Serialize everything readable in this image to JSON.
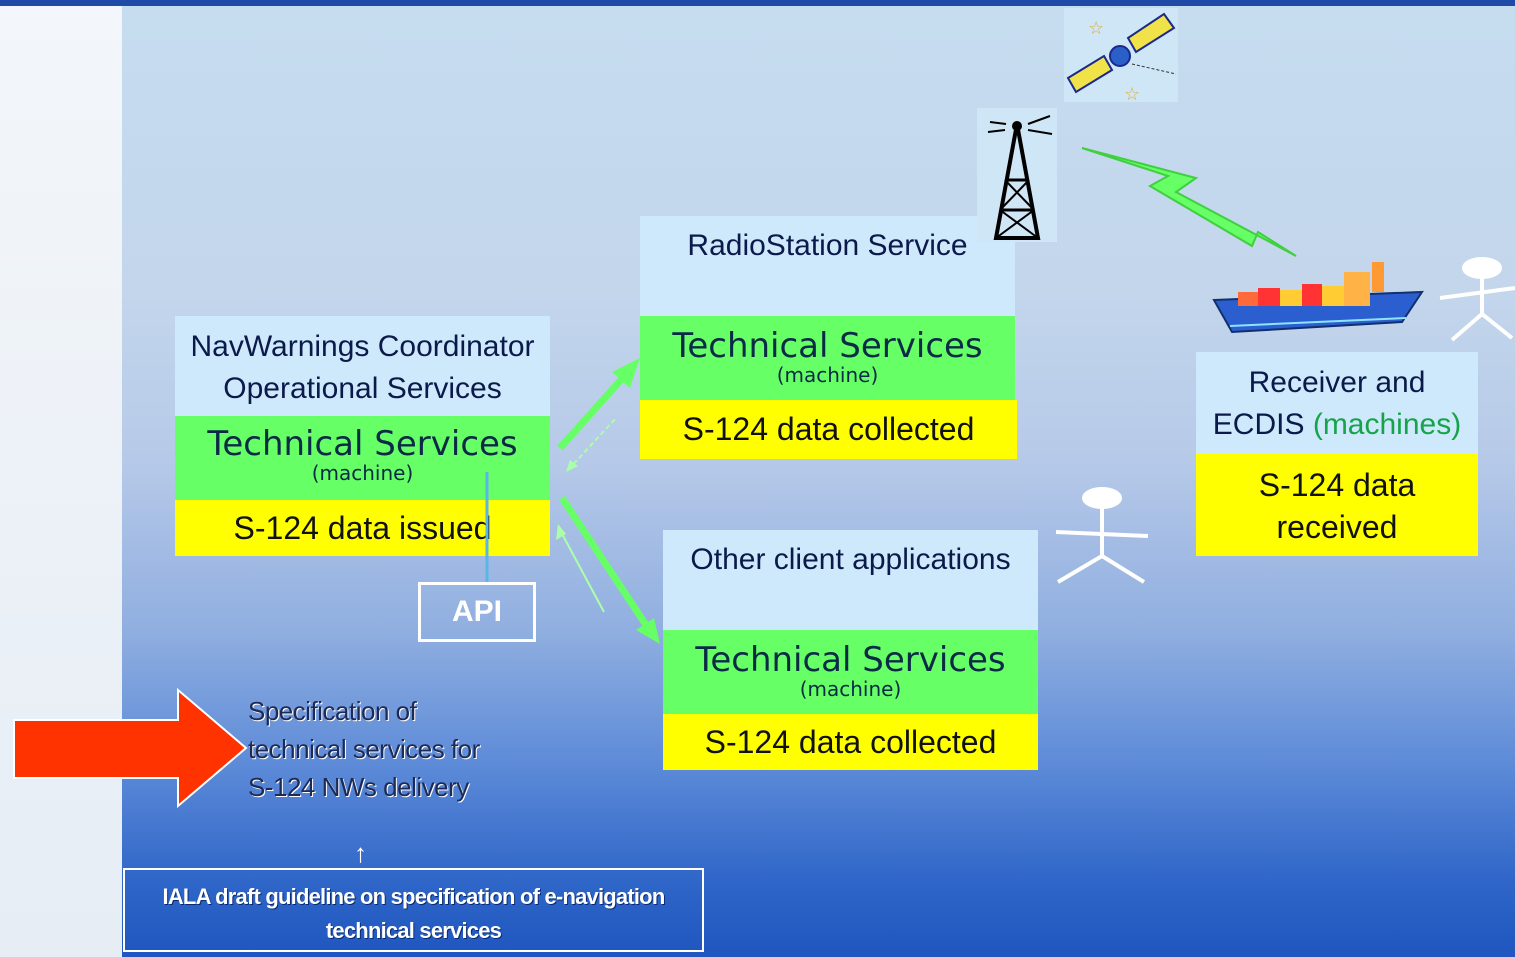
{
  "nav_coordinator": {
    "title_line1": "NavWarnings Coordinator",
    "title_line2": "Operational Services",
    "tech_label": "Technical Services",
    "tech_sub": "(machine)",
    "data_label": "S-124 data issued"
  },
  "radio_station": {
    "title": "RadioStation Service",
    "tech_label": "Technical Services",
    "tech_sub": "(machine)",
    "data_label": "S-124 data collected"
  },
  "other_clients": {
    "title": "Other client applications",
    "tech_label": "Technical Services",
    "tech_sub": "(machine)",
    "data_label": "S-124 data collected"
  },
  "receiver": {
    "title_line1": "Receiver and",
    "title_line2_prefix": "ECDIS",
    "title_line2_highlight": "(machines)",
    "data_line1": "S-124 data",
    "data_line2": "received"
  },
  "api_label": "API",
  "specification": {
    "line1": "Specification of",
    "line2": "technical services for",
    "line3": "S-124 NWs delivery"
  },
  "iala": {
    "line1": "IALA draft guideline on specification of e-navigation",
    "line2": "technical services"
  },
  "colors": {
    "title_box": "#cde9fb",
    "technical_box": "#66ff66",
    "data_box": "#ffff00",
    "arrow_red": "#ff3300",
    "link_green": "#66ff66",
    "highlight_green": "#16a34a"
  },
  "icons": [
    "satellite-icon",
    "radio-tower-icon",
    "lightning-bolt-icon",
    "ship-icon",
    "person-icon",
    "red-arrow-icon",
    "up-arrow-icon"
  ]
}
